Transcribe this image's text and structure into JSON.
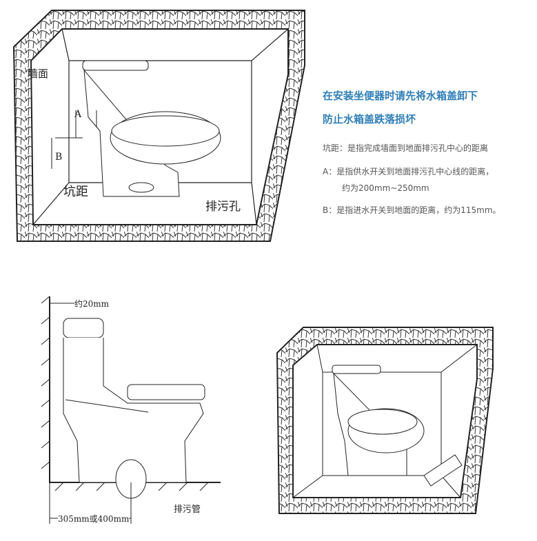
{
  "notice": {
    "line1": "在安装坐便器时请先将水箱盖卸下",
    "line2": "防止水箱盖跌落损坏"
  },
  "definitions": {
    "pit_distance": "坑距：是指完成墙面到地面排污孔中心的距离",
    "a_line1": "A：是指供水开关到地面排污孔中心线的距离，",
    "a_line2": "约为200mm~250mm",
    "b": "B：是指进水开关到地面的距离，约为115mm。"
  },
  "top_diagram": {
    "wall": "墙面",
    "a": "A",
    "b": "B",
    "pit": "坑距",
    "drain_hole": "排污孔"
  },
  "side_diagram": {
    "gap": "约20mm",
    "distance": "305mm或400mm",
    "drain_pipe": "排污管"
  },
  "colors": {
    "accent": "#2f7fb9",
    "text": "#555555",
    "line": "#222222"
  }
}
